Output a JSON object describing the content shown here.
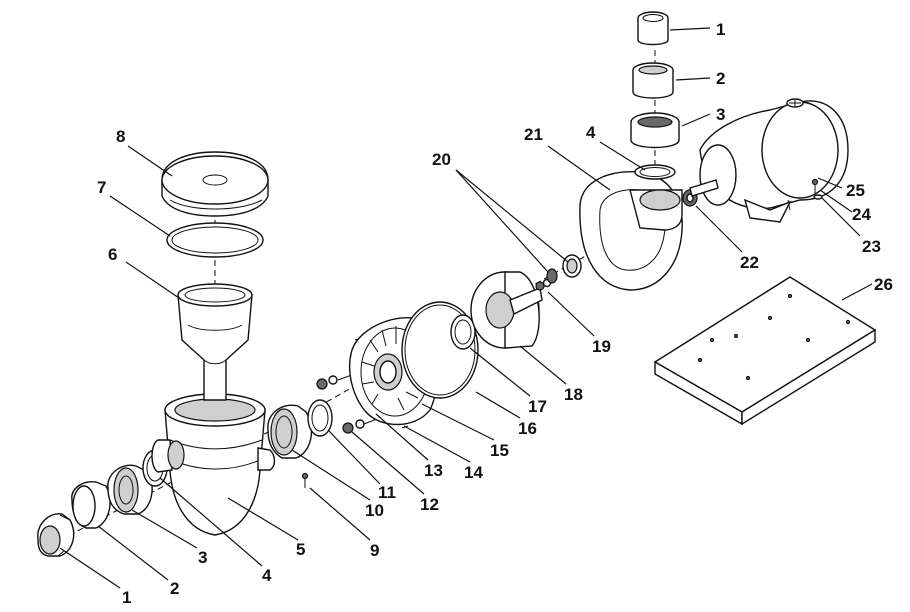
{
  "diagram": {
    "callouts": [
      {
        "id": "c1a",
        "label": "1"
      },
      {
        "id": "c2a",
        "label": "2"
      },
      {
        "id": "c3a",
        "label": "3"
      },
      {
        "id": "c4a",
        "label": "4"
      },
      {
        "id": "c5",
        "label": "5"
      },
      {
        "id": "c6",
        "label": "6"
      },
      {
        "id": "c7",
        "label": "7"
      },
      {
        "id": "c8",
        "label": "8"
      },
      {
        "id": "c9",
        "label": "9"
      },
      {
        "id": "c10",
        "label": "10"
      },
      {
        "id": "c11",
        "label": "11"
      },
      {
        "id": "c12",
        "label": "12"
      },
      {
        "id": "c13",
        "label": "13"
      },
      {
        "id": "c14",
        "label": "14"
      },
      {
        "id": "c15",
        "label": "15"
      },
      {
        "id": "c16",
        "label": "16"
      },
      {
        "id": "c17",
        "label": "17"
      },
      {
        "id": "c18",
        "label": "18"
      },
      {
        "id": "c19",
        "label": "19"
      },
      {
        "id": "c20",
        "label": "20"
      },
      {
        "id": "c21",
        "label": "21"
      },
      {
        "id": "c4b",
        "label": "4"
      },
      {
        "id": "c1b",
        "label": "1"
      },
      {
        "id": "c2b",
        "label": "2"
      },
      {
        "id": "c3b",
        "label": "3"
      },
      {
        "id": "c22",
        "label": "22"
      },
      {
        "id": "c23",
        "label": "23"
      },
      {
        "id": "c24",
        "label": "24"
      },
      {
        "id": "c25",
        "label": "25"
      },
      {
        "id": "c26",
        "label": "26"
      }
    ]
  }
}
